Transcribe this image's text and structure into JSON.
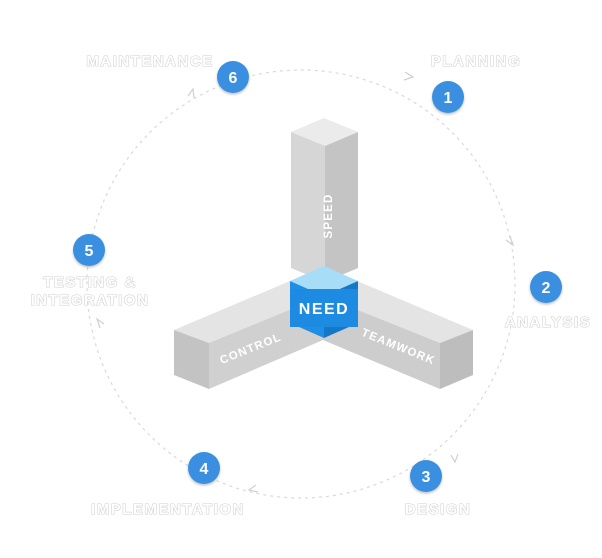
{
  "cycle": {
    "steps": [
      {
        "number": "1",
        "label": "PLANNING"
      },
      {
        "number": "2",
        "label": "ANALYSIS"
      },
      {
        "number": "3",
        "label": "DESIGN"
      },
      {
        "number": "4",
        "label": "IMPLEMENTATION"
      },
      {
        "number": "5",
        "label": "TESTING &",
        "label2": "INTEGRATION"
      },
      {
        "number": "6",
        "label": "MAINTENANCE"
      }
    ]
  },
  "center": {
    "core": "NEED",
    "top_bar": "SPEED",
    "left_bar": "CONTROL",
    "right_bar": "TEAMWORK"
  },
  "colors": {
    "accent": "#3b8fe0",
    "cube_front": "#1e8be3",
    "cube_top": "#a6dcf7",
    "bar_front": "#cfcfcf",
    "bar_side": "#bdbdbd",
    "bar_top": "#e3e3e3",
    "ring": "#d6d6d6"
  }
}
